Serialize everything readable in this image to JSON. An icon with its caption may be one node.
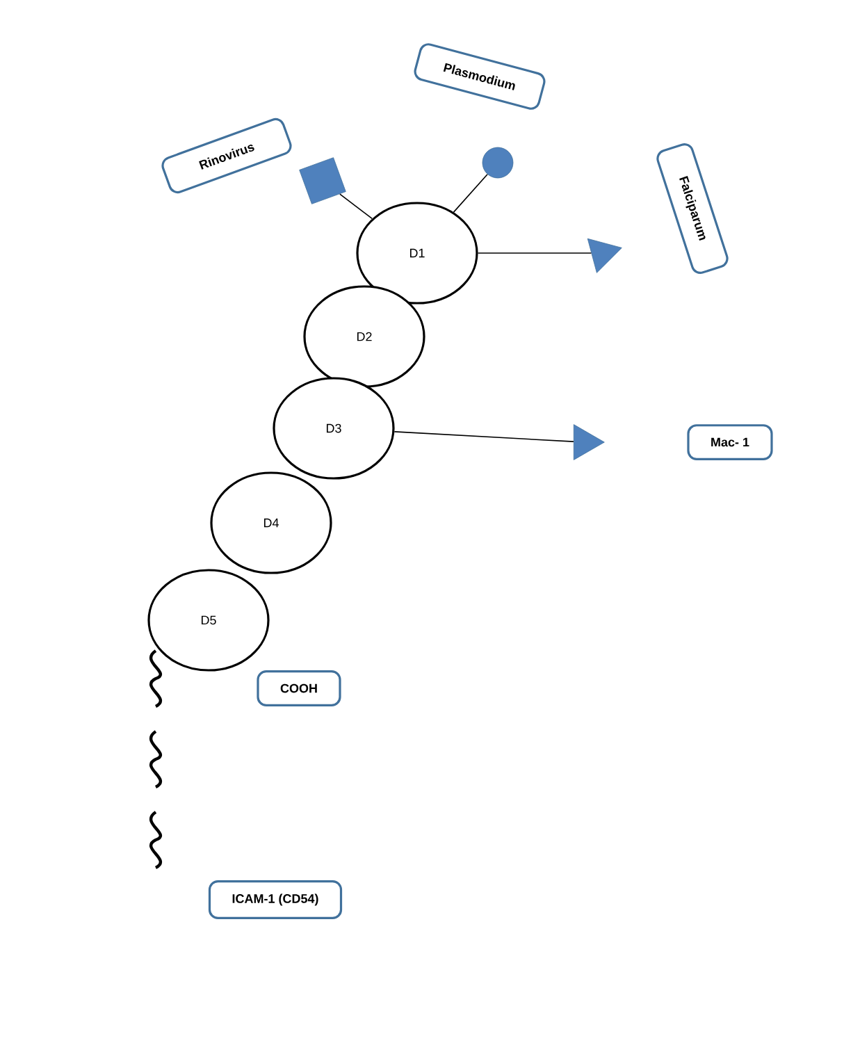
{
  "diagram": {
    "nodes": [
      {
        "text": [
          "Rinovirus"
        ]
      },
      {
        "text": [
          "Plasmodium"
        ]
      },
      {
        "text": [
          "Falciparum"
        ]
      },
      {
        "text": [],
        "shape": "box"
      },
      {
        "text": [],
        "shape": "circle"
      },
      {
        "text": [],
        "shape": "triangle"
      },
      {
        "text": [
          "D1"
        ]
      },
      {
        "text": [
          "D2"
        ]
      },
      {
        "text": [
          "D3"
        ]
      },
      {
        "text": [
          "D4"
        ]
      },
      {
        "text": [
          "D5"
        ]
      },
      {
        "text": [],
        "shape": "triangle"
      },
      {
        "text": [
          "Mac- 1"
        ]
      },
      {
        "text": [
          "COOH"
        ]
      },
      {
        "text": [
          "ICAM-1 (CD54)"
        ]
      }
    ],
    "edges": [
      {
        "from": 3,
        "to": 6,
        "arrow": "none"
      },
      {
        "from": 4,
        "to": 6,
        "arrow": "none"
      },
      {
        "from": 6,
        "to": 5,
        "arrow": "none"
      },
      {
        "from": 8,
        "to": 11,
        "arrow": "none"
      }
    ]
  }
}
